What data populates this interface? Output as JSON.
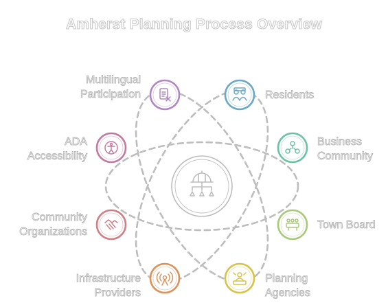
{
  "title": "Amherst Planning Process Overview",
  "center": {
    "icon": "hardhat-hierarchy-icon",
    "color": "#bdbdbd"
  },
  "nodes": [
    {
      "id": "multilingual",
      "label_lines": [
        "Multilingual",
        "Participation"
      ],
      "icon": "translate-document-icon",
      "color": "#b087c4"
    },
    {
      "id": "residents",
      "label_lines": [
        "Residents"
      ],
      "icon": "people-group-icon",
      "color": "#6aa8c4"
    },
    {
      "id": "ada",
      "label_lines": [
        "ADA",
        "Accessibility"
      ],
      "icon": "accessibility-icon",
      "color": "#c27ba0"
    },
    {
      "id": "business",
      "label_lines": [
        "Business",
        "Community"
      ],
      "icon": "business-network-icon",
      "color": "#6cc3a3"
    },
    {
      "id": "community-orgs",
      "label_lines": [
        "Community",
        "Organizations"
      ],
      "icon": "handshake-icon",
      "color": "#cf7f86"
    },
    {
      "id": "town-board",
      "label_lines": [
        "Town Board"
      ],
      "icon": "meeting-table-icon",
      "color": "#a9c97a"
    },
    {
      "id": "infrastructure",
      "label_lines": [
        "Infrastructure",
        "Providers"
      ],
      "icon": "signal-tower-icon",
      "color": "#d9925a"
    },
    {
      "id": "planning",
      "label_lines": [
        "Planning",
        "Agencies"
      ],
      "icon": "agency-person-icon",
      "color": "#d8c34a"
    }
  ],
  "connector_color": "#bdbdbd"
}
